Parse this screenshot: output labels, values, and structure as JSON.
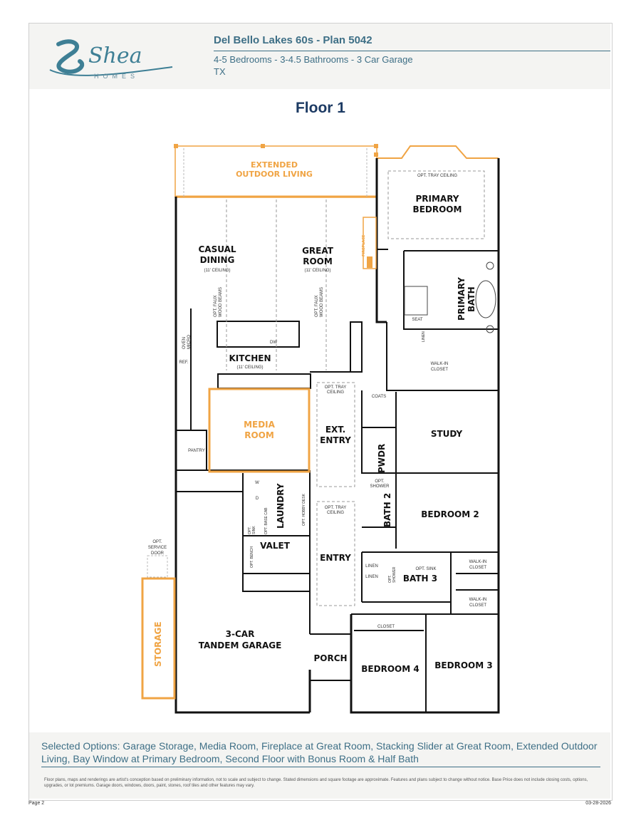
{
  "brand": {
    "logo_script": "Shea",
    "logo_sub": "HOMES"
  },
  "header": {
    "title": "Del Bello Lakes 60s - Plan 5042",
    "specs": "4-5 Bedrooms - 3-4.5 Bathrooms - 3 Car Garage",
    "state": "TX"
  },
  "floor_title": "Floor 1",
  "rooms": {
    "extended_outdoor_1": "EXTENDED",
    "extended_outdoor_2": "OUTDOOR LIVING",
    "primary_bedroom_1": "PRIMARY",
    "primary_bedroom_2": "BEDROOM",
    "primary_tray": "OPT. TRAY CEILING",
    "casual_dining_1": "CASUAL",
    "casual_dining_2": "DINING",
    "casual_ceiling": "(11' CEILING)",
    "great_room_1": "GREAT",
    "great_room_2": "ROOM",
    "great_ceiling": "(11' CEILING)",
    "faux_beams_1": "OPT. FAUX",
    "faux_beams_2": "WOOD BEAMS",
    "fireplace": "FIREPLACE",
    "primary_bath_1": "PRIMARY",
    "primary_bath_2": "BATH",
    "seat": "SEAT",
    "linen": "LINEN",
    "walkin_1": "WALK-IN",
    "walkin_2": "CLOSET",
    "oven_1": "OVEN",
    "oven_2": "MICRO",
    "ref": "REF.",
    "dw": "DW",
    "kitchen": "KITCHEN",
    "kitchen_ceiling": "(11' CEILING)",
    "coats": "COATS",
    "opt_tray_1": "OPT. TRAY",
    "opt_tray_2": "CEILING",
    "media_1": "MEDIA",
    "media_2": "ROOM",
    "ext_entry_1": "EXT.",
    "ext_entry_2": "ENTRY",
    "study": "STUDY",
    "pantry": "PANTRY",
    "pwdr": "PWDR",
    "laundry": "LAUNDRY",
    "w": "W",
    "d": "D",
    "opt_sink_1": "OPT.",
    "opt_sink_2": "SINK",
    "opt_base_cab": "OPT. BASE CAB",
    "opt_hobby_desk": "OPT. HOBBY DESK",
    "opt_shower_1": "OPT.",
    "opt_shower_2": "SHOWER",
    "bath2": "BATH 2",
    "bedroom2": "BEDROOM 2",
    "valet": "VALET",
    "opt_bench": "OPT. BENCH",
    "entry": "ENTRY",
    "opt_sink_single": "OPT. SINK",
    "bath3": "BATH 3",
    "walkin_closet_1": "WALK-IN",
    "walkin_closet_2": "CLOSET",
    "service_door_1": "OPT.",
    "service_door_2": "SERVICE",
    "service_door_3": "DOOR",
    "storage": "STORAGE",
    "garage_1": "3-CAR",
    "garage_2": "TANDEM GARAGE",
    "porch": "PORCH",
    "closet": "CLOSET",
    "bedroom4": "BEDROOM 4",
    "bedroom3": "BEDROOM 3"
  },
  "footer": {
    "options": "Selected Options: Garage Storage, Media Room, Fireplace at Great Room, Stacking Slider at Great Room, Extended Outdoor Living, Bay Window at Primary Bedroom, Second Floor with Bonus Room & Half Bath",
    "disclaimer": "Floor plans, maps and renderings are artist's conception based on preliminary information, not to scale and subject to change. Stated dimensions and square footage are approximate. Features and plans subject to change without notice. Base Price does not include closing costs, options, upgrades, or lot premiums. Garage doors, windows, doors, paint, stones, roof tiles and other features may vary.",
    "page": "Page 2",
    "date": "03-28-2026"
  },
  "colors": {
    "brand": "#3e6f86",
    "title": "#1c3a63",
    "option_highlight": "#f0a444",
    "wall": "#111111"
  }
}
